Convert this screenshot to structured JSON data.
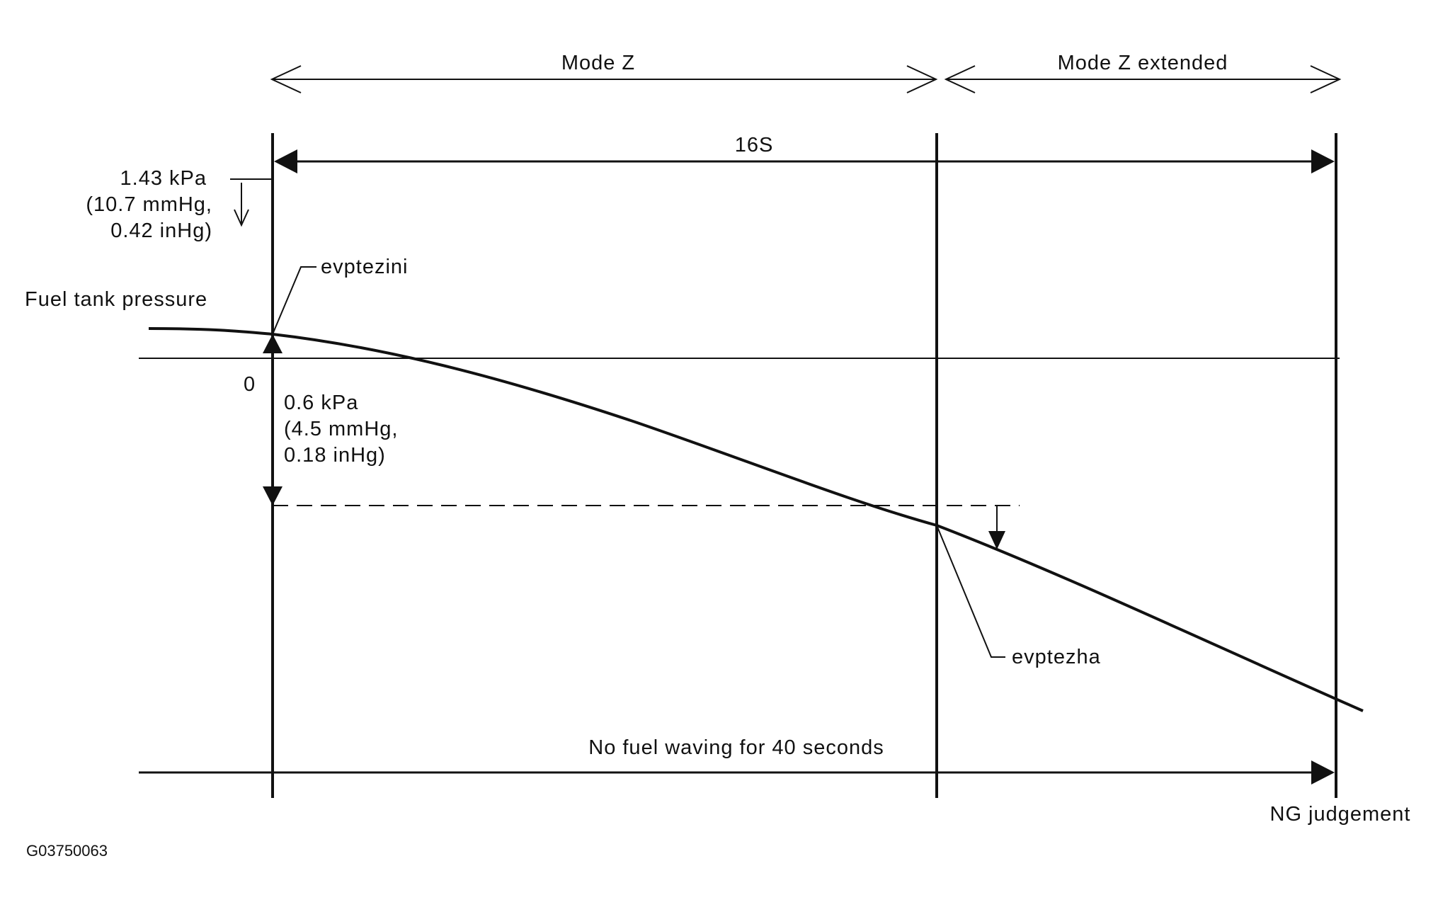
{
  "labels": {
    "mode_z": "Mode Z",
    "mode_z_extended": "Mode Z extended",
    "duration": "16S",
    "initial_pressure": {
      "line1": "1.43 kPa",
      "line2": "(10.7 mmHg,",
      "line3": "0.42 inHg)"
    },
    "evptezini": "evptezini",
    "fuel_tank_pressure": "Fuel tank pressure",
    "zero": "0",
    "delta_pressure": {
      "line1": "0.6 kPa",
      "line2": "(4.5 mmHg,",
      "line3": "0.18 inHg)"
    },
    "evptezha": "evptezha",
    "no_fuel_waving": "No fuel waving for 40 seconds",
    "ng_judgement": "NG judgement",
    "figure_id": "G03750063"
  }
}
